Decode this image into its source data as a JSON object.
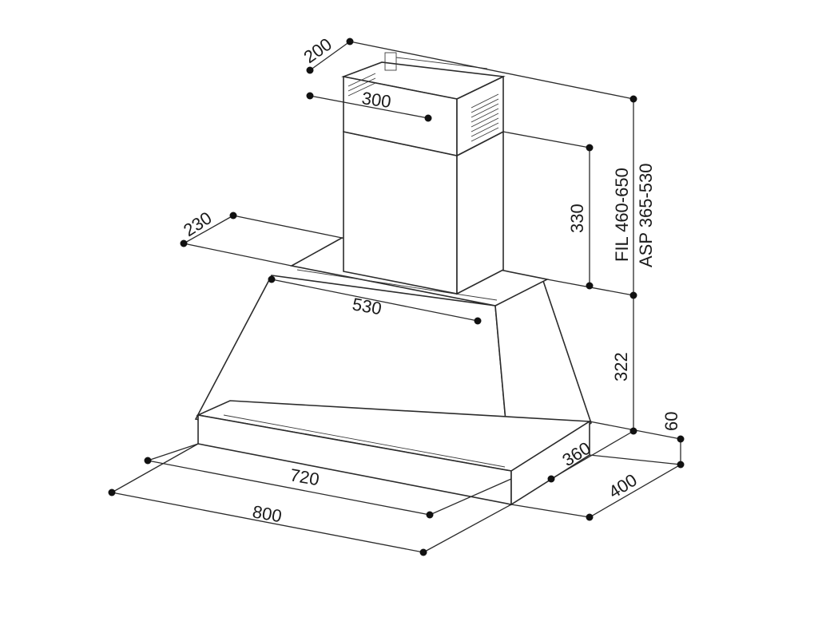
{
  "dimensions": {
    "chimney_depth": "200",
    "chimney_width": "300",
    "upper_depth": "230",
    "chimney_height": "330",
    "mid_width": "530",
    "canopy_height": "322",
    "rim_height": "60",
    "rim_inner_depth": "360",
    "rim_inner_width": "720",
    "overall_depth": "400",
    "overall_width": "800",
    "height_fil": "FIL  460-650",
    "height_asp": "ASP  365-530"
  },
  "colors": {
    "line": "#2b2b2b",
    "dot": "#111111",
    "background": "#ffffff"
  }
}
